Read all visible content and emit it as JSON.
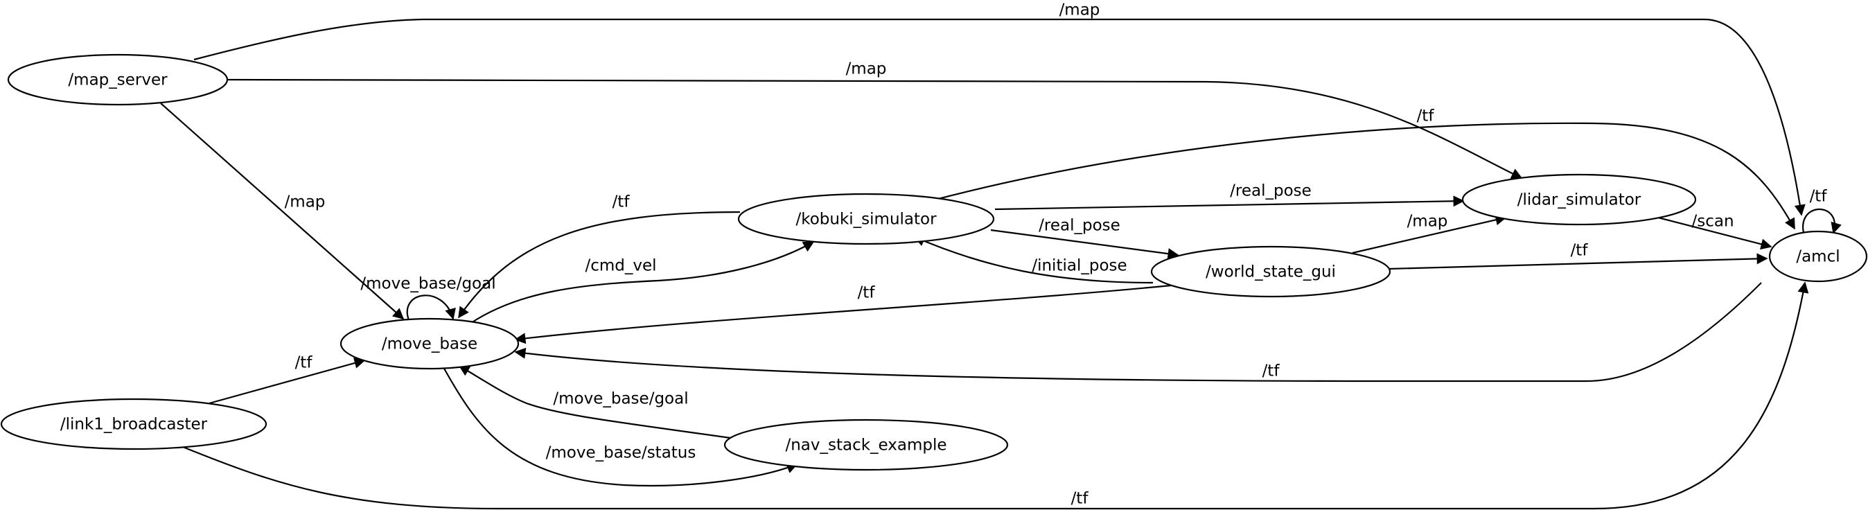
{
  "graph": {
    "nodes": [
      {
        "id": "map_server",
        "label": "/map_server"
      },
      {
        "id": "move_base",
        "label": "/move_base"
      },
      {
        "id": "link1_broadcaster",
        "label": "/link1_broadcaster"
      },
      {
        "id": "kobuki_simulator",
        "label": "/kobuki_simulator"
      },
      {
        "id": "nav_stack_example",
        "label": "/nav_stack_example"
      },
      {
        "id": "world_state_gui",
        "label": "/world_state_gui"
      },
      {
        "id": "lidar_simulator",
        "label": "/lidar_simulator"
      },
      {
        "id": "amcl",
        "label": "/amcl"
      }
    ],
    "edges": [
      {
        "id": "e01",
        "from": "map_server",
        "to": "amcl",
        "label": "/map"
      },
      {
        "id": "e02",
        "from": "map_server",
        "to": "lidar_simulator",
        "label": "/map"
      },
      {
        "id": "e03",
        "from": "map_server",
        "to": "move_base",
        "label": "/map"
      },
      {
        "id": "e04",
        "from": "kobuki_simulator",
        "to": "amcl",
        "label": "/tf"
      },
      {
        "id": "e05",
        "from": "kobuki_simulator",
        "to": "move_base",
        "label": "/tf"
      },
      {
        "id": "e06",
        "from": "kobuki_simulator",
        "to": "lidar_simulator",
        "label": "/real_pose"
      },
      {
        "id": "e07",
        "from": "kobuki_simulator",
        "to": "world_state_gui",
        "label": "/real_pose"
      },
      {
        "id": "e08",
        "from": "world_state_gui",
        "to": "kobuki_simulator",
        "label": "/initial_pose"
      },
      {
        "id": "e09",
        "from": "world_state_gui",
        "to": "lidar_simulator",
        "label": "/map"
      },
      {
        "id": "e10",
        "from": "world_state_gui",
        "to": "amcl",
        "label": "/tf"
      },
      {
        "id": "e11",
        "from": "world_state_gui",
        "to": "move_base",
        "label": "/tf"
      },
      {
        "id": "e12",
        "from": "move_base",
        "to": "kobuki_simulator",
        "label": "/cmd_vel"
      },
      {
        "id": "e13",
        "from": "move_base",
        "to": "move_base",
        "label": "/move_base/goal"
      },
      {
        "id": "e14",
        "from": "lidar_simulator",
        "to": "amcl",
        "label": "/scan"
      },
      {
        "id": "e15",
        "from": "amcl",
        "to": "amcl",
        "label": "/tf"
      },
      {
        "id": "e16",
        "from": "amcl",
        "to": "move_base",
        "label": "/tf"
      },
      {
        "id": "e17",
        "from": "link1_broadcaster",
        "to": "move_base",
        "label": "/tf"
      },
      {
        "id": "e18",
        "from": "link1_broadcaster",
        "to": "amcl",
        "label": "/tf"
      },
      {
        "id": "e19",
        "from": "nav_stack_example",
        "to": "move_base",
        "label": "/move_base/goal"
      },
      {
        "id": "e20",
        "from": "move_base",
        "to": "nav_stack_example",
        "label": "/move_base/status"
      }
    ]
  }
}
